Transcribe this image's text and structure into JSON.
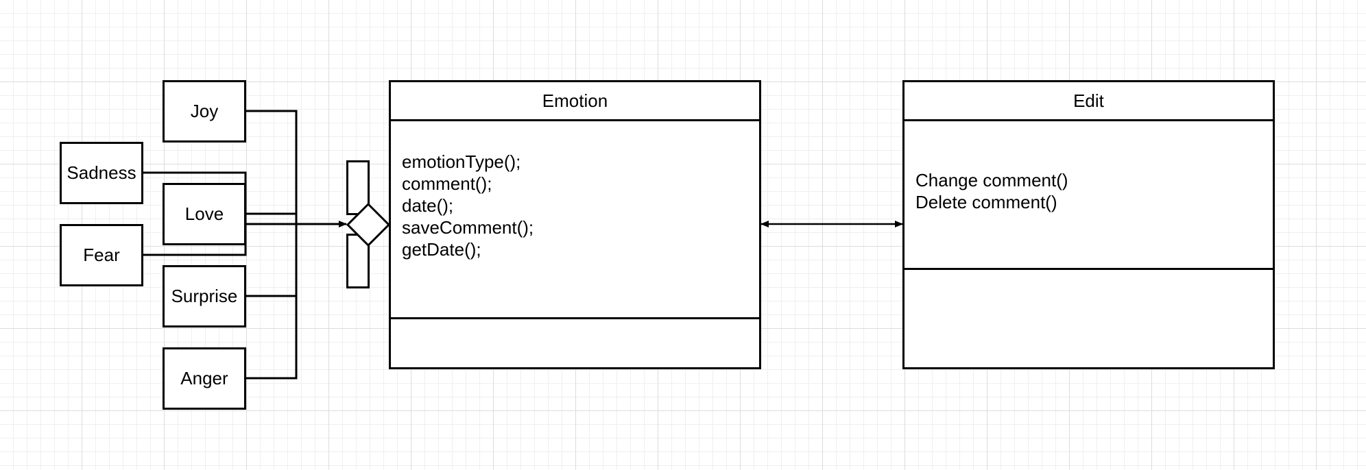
{
  "diagram": {
    "emotion_nodes": {
      "joy": "Joy",
      "sadness": "Sadness",
      "love": "Love",
      "fear": "Fear",
      "surprise": "Surprise",
      "anger": "Anger"
    },
    "emotion_class": {
      "title": "Emotion",
      "operations": [
        "emotionType();",
        "comment();",
        "date();",
        "saveComment();",
        "getDate();"
      ]
    },
    "edit_class": {
      "title": "Edit",
      "operations": [
        "Change comment()",
        "Delete comment()"
      ]
    }
  }
}
